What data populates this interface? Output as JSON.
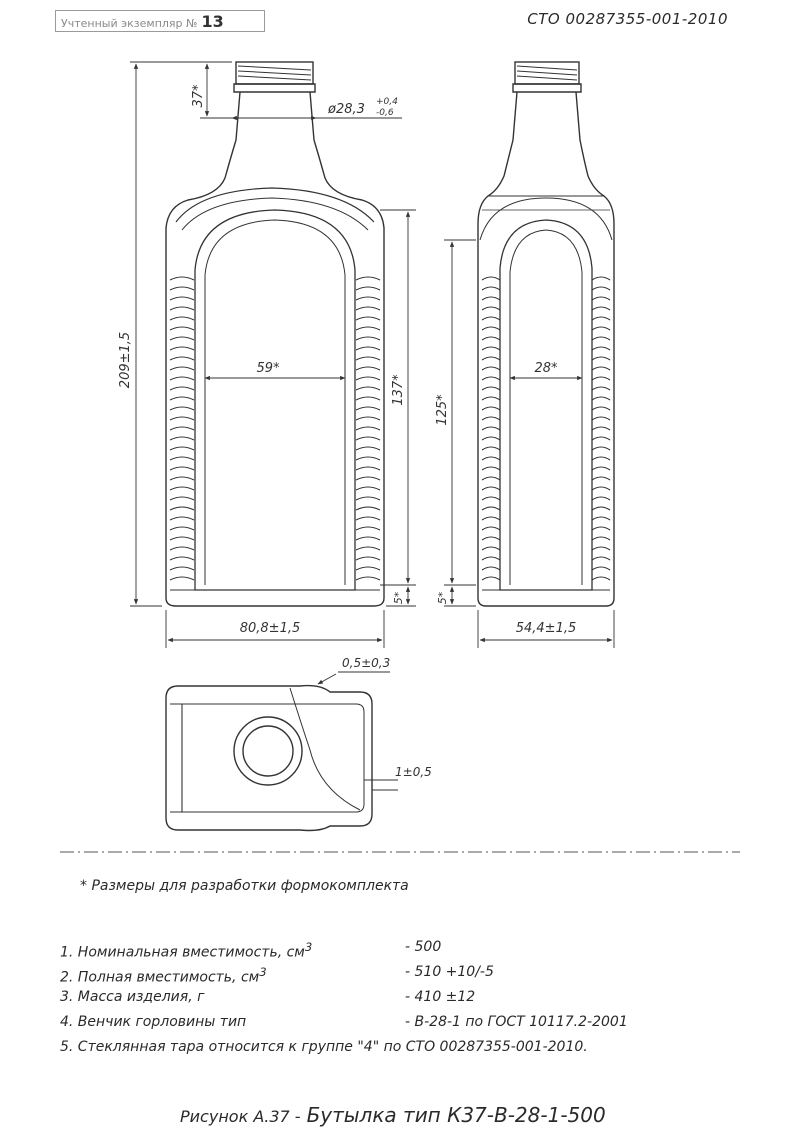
{
  "header": {
    "stamp_label": "Учтенный экземпляр №",
    "stamp_number": "13",
    "doc_code": "СТО 00287355-001-2010"
  },
  "dimensions": {
    "neck_height": "37*",
    "neck_diameter": "ø28,3",
    "neck_diameter_upper_tol": "+0,4",
    "neck_diameter_lower_tol": "-0,6",
    "total_height": "209±1,5",
    "front_inner_width": "59*",
    "front_panel_height": "137*",
    "front_bottom": "5*",
    "front_width": "80,8±1,5",
    "side_inner_width": "28*",
    "side_panel_height": "125*",
    "side_bottom": "5*",
    "side_width": "54,4±1,5",
    "wall_offset": "0,5±0,3",
    "base_offset": "1±0,5"
  },
  "note": "* Размеры для разработки формокомплекта",
  "specs": [
    {
      "label": "1. Номинальная вместимость, см",
      "sup": "3",
      "value": "-  500"
    },
    {
      "label": "2. Полная вместимость, см",
      "sup": "3",
      "value": "-  510 +10/-5"
    },
    {
      "label": "3. Масса изделия, г",
      "sup": "",
      "value": "-  410 ±12"
    },
    {
      "label": "4. Венчик горловины тип",
      "sup": "",
      "value": "-  В-28-1 по ГОСТ 10117.2-2001"
    },
    {
      "label": "5. Стеклянная тара относится к группе \"4\" по СТО 00287355-001-2010.",
      "sup": "",
      "value": ""
    }
  ],
  "caption": {
    "prefix": "Рисунок А.37 -",
    "title": "Бутылка тип К37-В-28-1-500"
  }
}
